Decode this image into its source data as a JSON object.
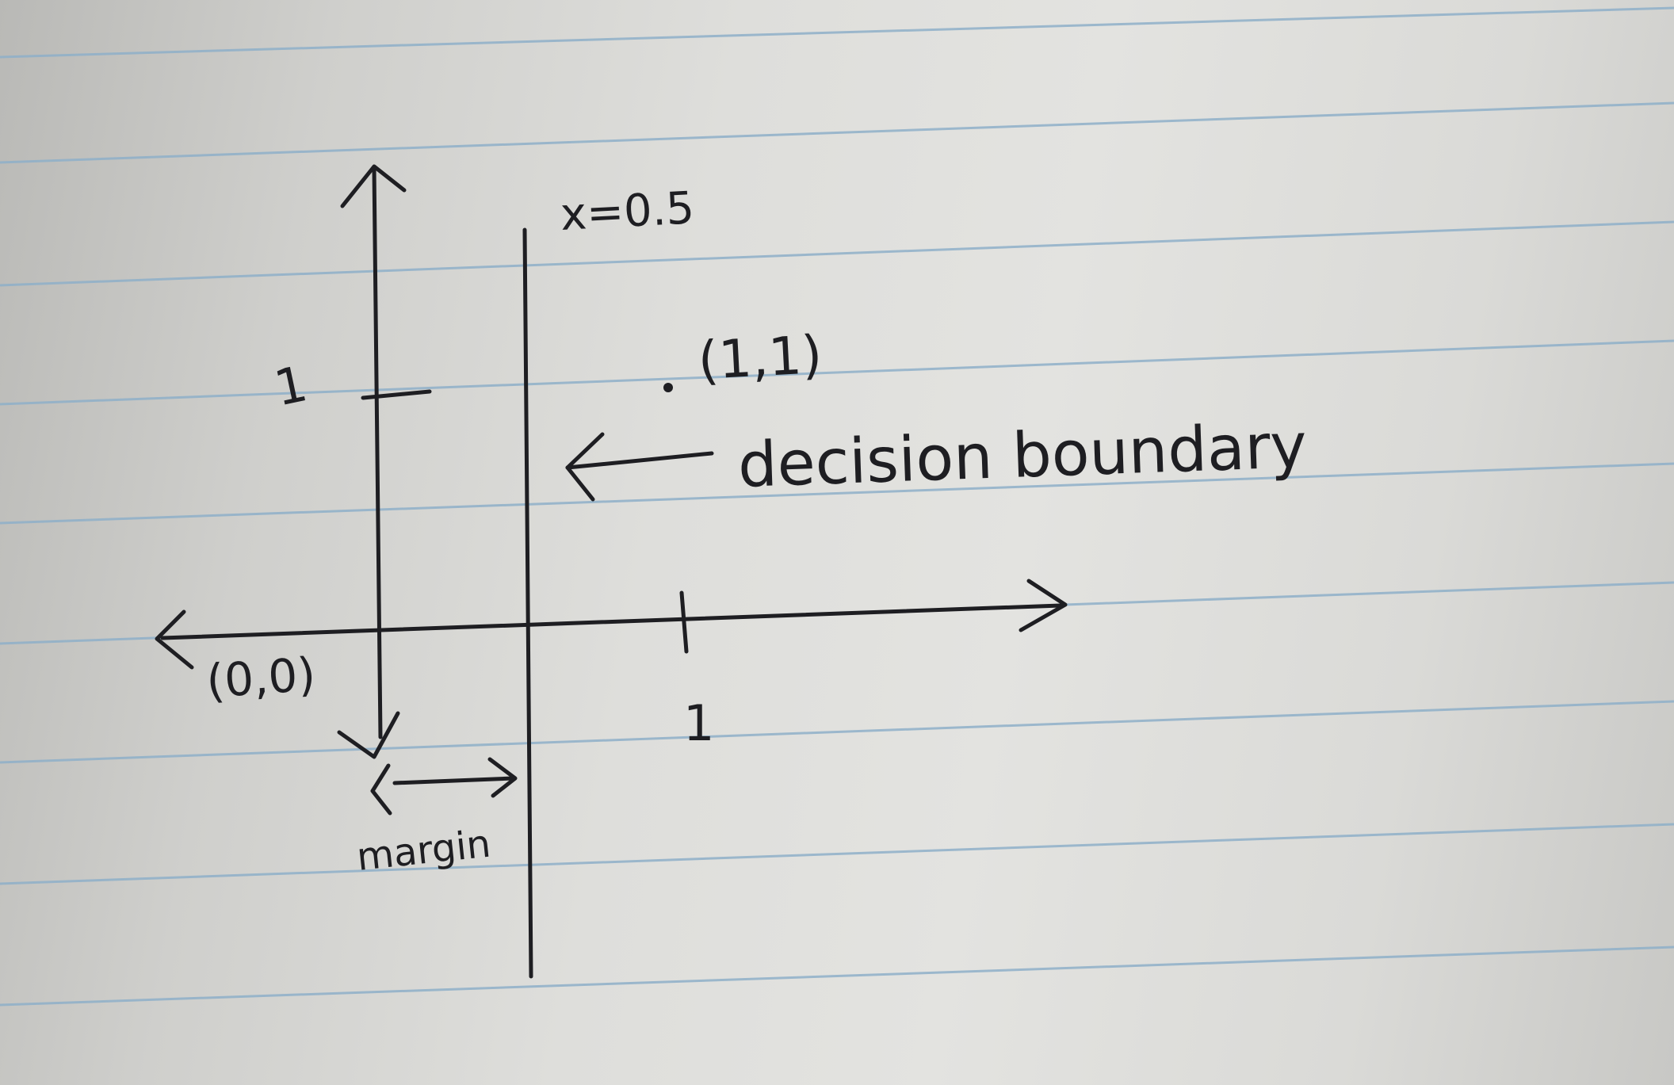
{
  "diagram": {
    "labels": {
      "boundary_equation": "x=0.5",
      "point_label": "(1,1)",
      "boundary_note": "decision boundary",
      "origin_label": "(0,0)",
      "y_tick_label": "1",
      "x_tick_label": "1",
      "margin_label": "margin"
    },
    "colors": {
      "ink": "#1e1e22",
      "ruled_line": "#8fb0c9",
      "paper": "#e0e0dd"
    }
  }
}
